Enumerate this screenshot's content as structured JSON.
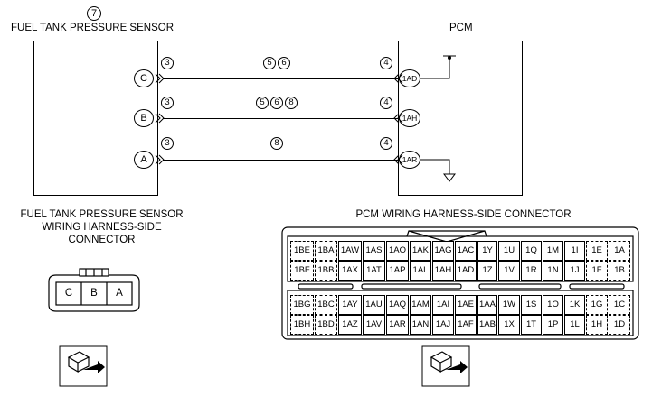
{
  "sensor": {
    "number": "7",
    "title": "FUEL TANK PRESSURE SENSOR",
    "pins": [
      {
        "name": "C",
        "num": "3"
      },
      {
        "name": "B",
        "num": "3"
      },
      {
        "name": "A",
        "num": "3"
      }
    ],
    "harness_label_1": "FUEL TANK PRESSURE SENSOR",
    "harness_label_2": "WIRING HARNESS-SIDE",
    "harness_label_3": "CONNECTOR",
    "connector_pins": [
      "C",
      "B",
      "A"
    ]
  },
  "pcm": {
    "title": "PCM",
    "pins": [
      {
        "name": "1AD",
        "num": "4"
      },
      {
        "name": "1AH",
        "num": "4"
      },
      {
        "name": "1AR",
        "num": "4"
      }
    ],
    "harness_label": "PCM WIRING HARNESS-SIDE CONNECTOR"
  },
  "wires": [
    {
      "refs": [
        "5",
        "6"
      ]
    },
    {
      "refs": [
        "5",
        "6",
        "8"
      ]
    },
    {
      "refs": [
        "8"
      ]
    }
  ],
  "connector_rows": [
    [
      "1BE",
      "1BA",
      "1AW",
      "1AS",
      "1AO",
      "1AK",
      "1AG",
      "1AC",
      "1Y",
      "1U",
      "1Q",
      "1M",
      "1I",
      "1E",
      "1A"
    ],
    [
      "1BF",
      "1BB",
      "1AX",
      "1AT",
      "1AP",
      "1AL",
      "1AH",
      "1AD",
      "1Z",
      "1V",
      "1R",
      "1N",
      "1J",
      "1F",
      "1B"
    ],
    [
      "1BG",
      "1BC",
      "1AY",
      "1AU",
      "1AQ",
      "1AM",
      "1AI",
      "1AE",
      "1AA",
      "1W",
      "1S",
      "1O",
      "1K",
      "1G",
      "1C"
    ],
    [
      "1BH",
      "1BD",
      "1AZ",
      "1AV",
      "1AR",
      "1AN",
      "1AJ",
      "1AF",
      "1AB",
      "1X",
      "1T",
      "1P",
      "1L",
      "1H",
      "1D"
    ]
  ]
}
